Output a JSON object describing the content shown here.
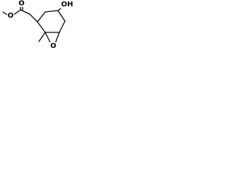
{
  "molecule": {
    "atoms": {
      "ester_o_single": "O",
      "ester_o_double": "O",
      "hydroxyl_o": "OH",
      "epoxide_o": "O"
    }
  }
}
